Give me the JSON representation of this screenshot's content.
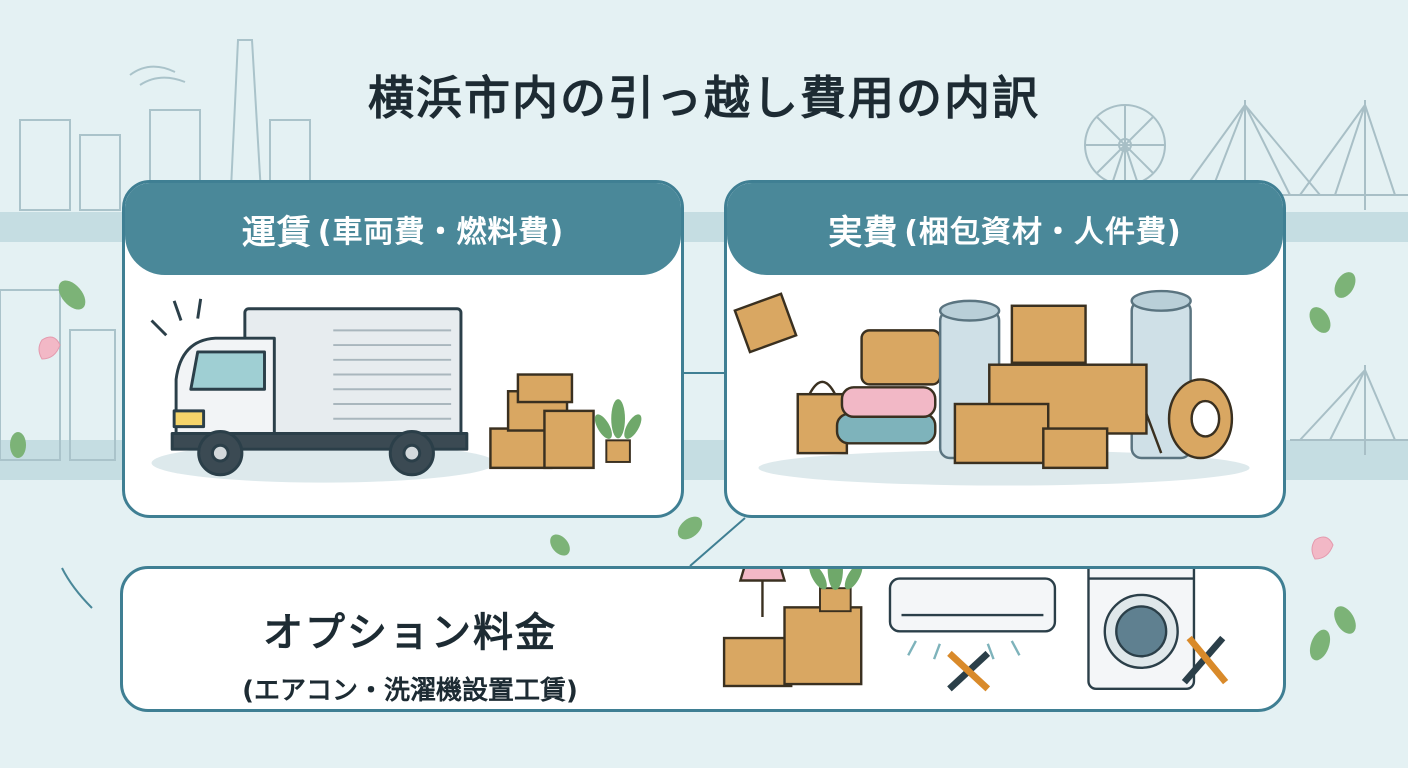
{
  "title": "横浜市内の引っ越し費用の内訳",
  "cards": [
    {
      "main": "運賃",
      "sub": "(車両費・燃料費)"
    },
    {
      "main": "実費",
      "sub": "(梱包資材・人件費)"
    },
    {
      "main": "オプション料金",
      "sub": "(エアコン・洗濯機設置工賃)"
    }
  ],
  "colors": {
    "background": "#e4f1f3",
    "accent": "#4a8899",
    "border": "#3f7f93",
    "cardboard": "#d9a762",
    "leaf": "#6fa86a",
    "petal": "#f2b8c6"
  },
  "icons": [
    "truck-icon",
    "box-icon",
    "plant-icon",
    "towel-icon",
    "bubble-wrap-icon",
    "tape-icon",
    "bag-icon",
    "lamp-icon",
    "air-conditioner-icon",
    "washing-machine-icon",
    "wrench-icon",
    "screwdriver-icon",
    "ferris-wheel-icon",
    "bridge-icon",
    "leaf-icon",
    "petal-icon"
  ]
}
